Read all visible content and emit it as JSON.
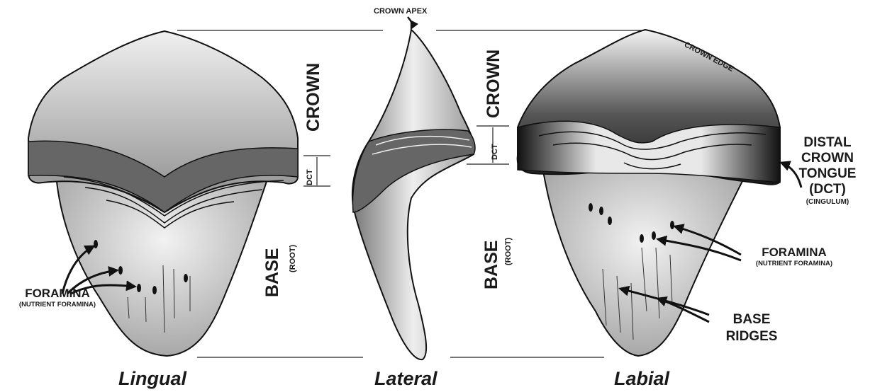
{
  "labels": {
    "crown_apex": "CROWN APEX",
    "crown_edge": "CROWN EDGE",
    "crown_left": "CROWN",
    "crown_mid": "CROWN",
    "dct_left": "DCT",
    "dct_mid": "DCT",
    "base_left": "BASE",
    "root_left": "(ROOT)",
    "base_mid": "BASE",
    "root_mid": "(ROOT)",
    "foramina_left": "FORAMINA",
    "foramina_left_sub": "(NUTRIENT FORAMINA)",
    "foramina_right": "FORAMINA",
    "foramina_right_sub": "(NUTRIENT FORAMINA)",
    "dct_right": [
      "DISTAL",
      "CROWN",
      "TONGUE",
      "(DCT)"
    ],
    "cingulum": "(CINGULUM)",
    "base_ridges": [
      "BASE",
      "RIDGES"
    ]
  },
  "views": {
    "lingual": "Lingual",
    "lateral": "Lateral",
    "labial": "Labial"
  },
  "colors": {
    "ink": "#1a1a1a",
    "light_gray": "#e6e6e6",
    "mid_gray": "#9a9a9a",
    "dark_band": "#222222"
  }
}
